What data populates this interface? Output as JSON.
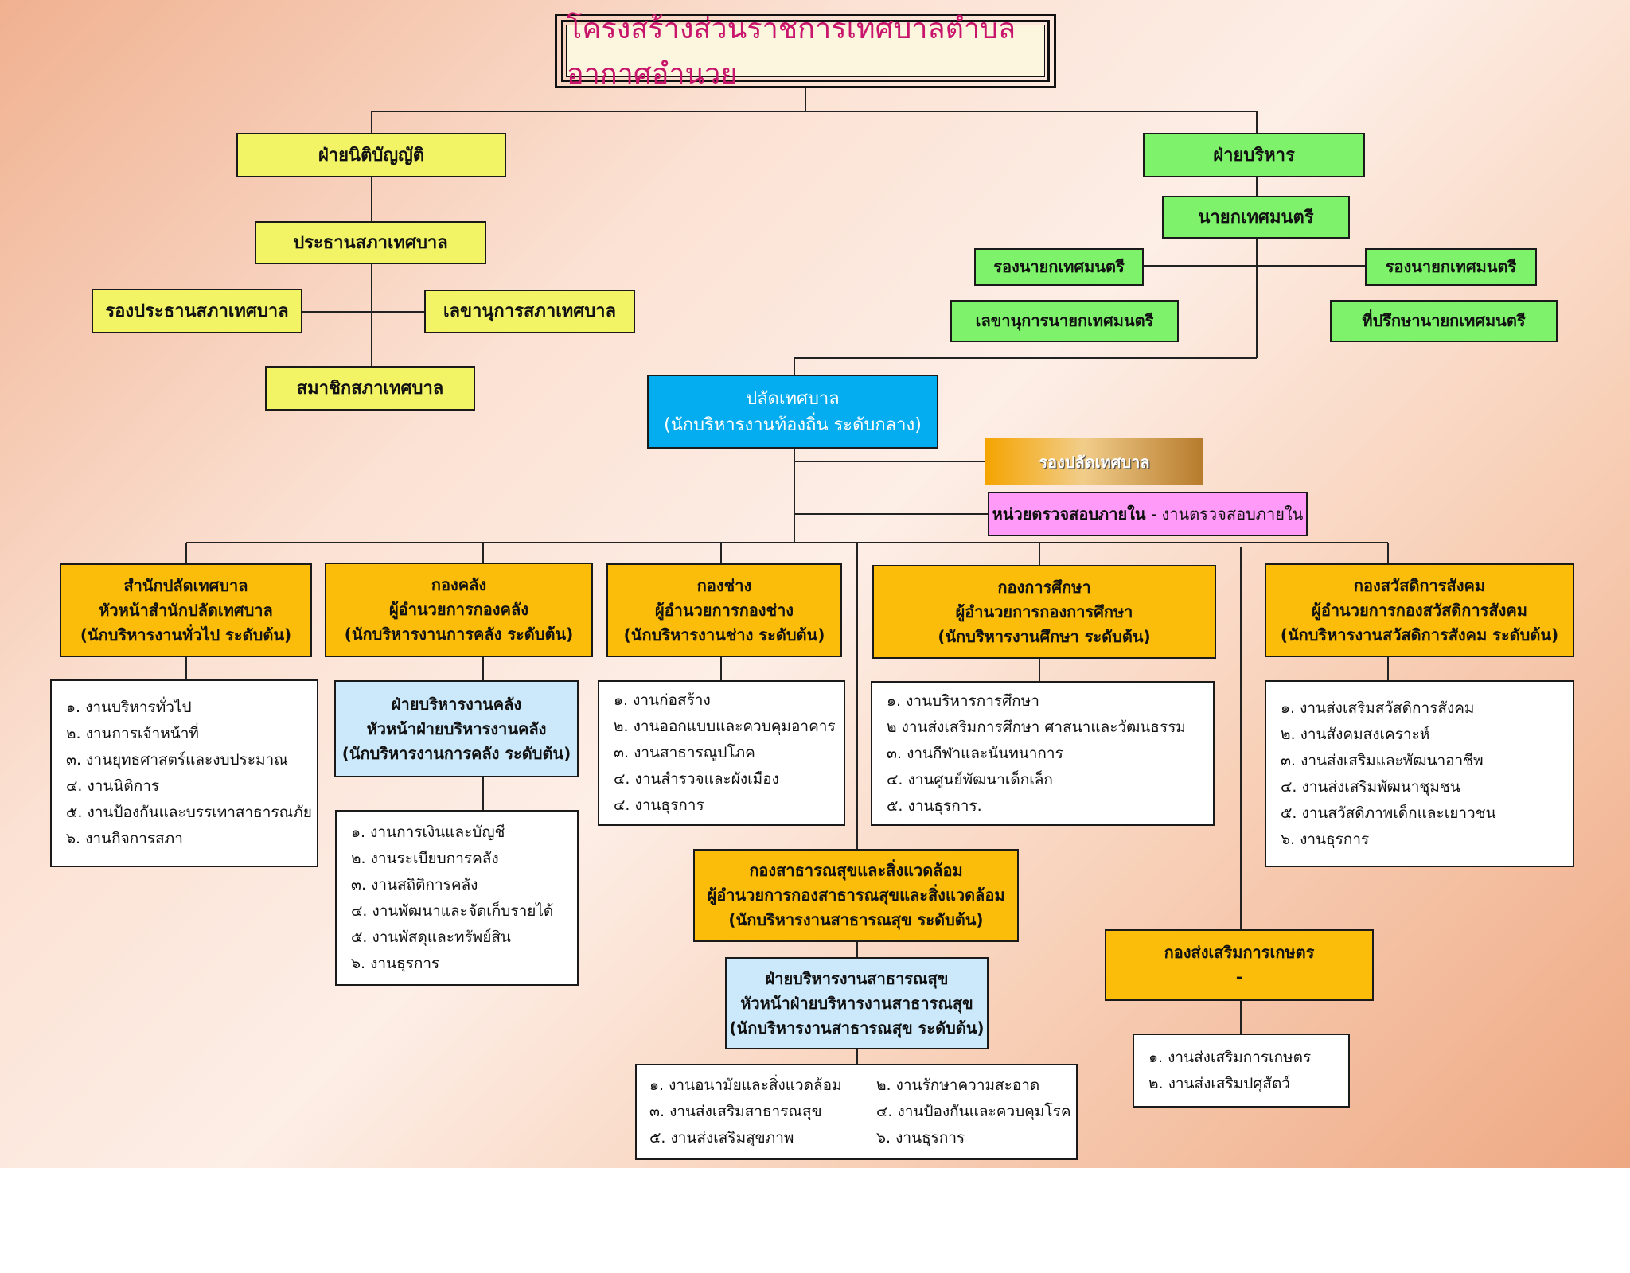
{
  "title": "โครงสร้างส่วนราชการเทศบาลตำบลอากาศอำนวย",
  "legislative": {
    "head": "ฝ่ายนิติบัญญัติ",
    "chair": "ประธานสภาเทศบาล",
    "vice_chair": "รองประธานสภาเทศบาล",
    "secretary": "เลขานุการสภาเทศบาล",
    "members": "สมาชิกสภาเทศบาล"
  },
  "executive": {
    "head": "ฝ่ายบริหาร",
    "mayor": "นายกเทศมนตรี",
    "deputy_left": "รองนายกเทศมนตรี",
    "deputy_right": "รองนายกเทศมนตรี",
    "secretary": "เลขานุการนายกเทศมนตรี",
    "advisor": "ที่ปรึกษานายกเทศมนตรี"
  },
  "clerk": {
    "line1": "ปลัดเทศบาล",
    "line2": "(นักบริหารงานท้องถิ่น ระดับกลาง)",
    "deputy": "รองปลัดเทศบาล",
    "audit_bold": "หน่วยตรวจสอบภายใน",
    "audit_rest": " - งานตรวจสอบภายใน"
  },
  "divisions": {
    "office": {
      "lines": [
        "สำนักปลัดเทศบาล",
        "หัวหน้าสำนักปลัดเทศบาล",
        "(นักบริหารงานทั่วไป ระดับต้น)"
      ],
      "items": [
        "๑. งานบริหารทั่วไป",
        "๒. งานการเจ้าหน้าที่",
        "๓. งานยุทธศาสตร์และงบประมาณ",
        "๔. งานนิติการ",
        "๕. งานป้องกันและบรรเทาสาธารณภัย",
        "๖. งานกิจการสภา"
      ]
    },
    "finance": {
      "lines": [
        "กองคลัง",
        "ผู้อำนวยการกองคลัง",
        "(นักบริหารงานการคลัง ระดับต้น)"
      ],
      "sub_lines": [
        "ฝ่ายบริหารงานคลัง",
        "หัวหน้าฝ่ายบริหารงานคลัง",
        "(นักบริหารงานการคลัง ระดับต้น)"
      ],
      "items": [
        "๑. งานการเงินและบัญชี",
        "๒. งานระเบียบการคลัง",
        "๓. งานสถิติการคลัง",
        "๔. งานพัฒนาและจัดเก็บรายได้",
        "๕. งานพัสดุและทรัพย์สิน",
        "๖. งานธุรการ"
      ]
    },
    "engineering": {
      "lines": [
        "กองช่าง",
        "ผู้อำนวยการกองช่าง",
        "(นักบริหารงานช่าง ระดับต้น)"
      ],
      "items": [
        "๑. งานก่อสร้าง",
        "๒. งานออกแบบและควบคุมอาคาร",
        "๓. งานสาธารณูปโภค",
        "๔. งานสำรวจและผังเมือง",
        "๔. งานธุรการ"
      ]
    },
    "education": {
      "lines": [
        "กองการศึกษา",
        "ผู้อำนวยการกองการศึกษา",
        "(นักบริหารงานศึกษา ระดับต้น)"
      ],
      "items": [
        "๑. งานบริหารการศึกษา",
        "๒ งานส่งเสริมการศึกษา ศาสนาและวัฒนธรรม",
        "๓. งานกีฬาและนันทนาการ",
        "๔. งานศูนย์พัฒนาเด็กเล็ก",
        "๕. งานธุรการ."
      ]
    },
    "welfare": {
      "lines": [
        "กองสวัสดิการสังคม",
        "ผู้อำนวยการกองสวัสดิการสังคม",
        "(นักบริหารงานสวัสดิการสังคม ระดับต้น)"
      ],
      "items": [
        "๑. งานส่งเสริมสวัสดิการสังคม",
        "๒. งานสังคมสงเคราะห์",
        "๓. งานส่งเสริมและพัฒนาอาชีพ",
        "๔. งานส่งเสริมพัฒนาชุมชน",
        "๕. งานสวัสดิภาพเด็กและเยาวชน",
        "๖. งานธุรการ"
      ]
    },
    "health": {
      "lines": [
        "กองสาธารณสุขและสิ่งแวดล้อม",
        "ผู้อำนวยการกองสาธารณสุขและสิ่งแวดล้อม",
        "(นักบริหารงานสาธารณสุข ระดับต้น)"
      ],
      "sub_lines": [
        "ฝ่ายบริหารงานสาธารณสุข",
        "หัวหน้าฝ่ายบริหารงานสาธารณสุข",
        "(นักบริหารงานสาธารณสุข ระดับต้น)"
      ],
      "items": [
        "๑. งานอนามัยและสิ่งแวดล้อม",
        "๒. งานรักษาความสะอาด",
        "๓. งานส่งเสริมสาธารณสุข",
        "๔. งานป้องกันและควบคุมโรค",
        "๕. งานส่งเสริมสุขภาพ",
        "๖. งานธุรการ"
      ]
    },
    "agriculture": {
      "lines": [
        "กองส่งเสริมการเกษตร",
        "-"
      ],
      "items": [
        "๑. งานส่งเสริมการเกษตร",
        "๒. งานส่งเสริมปศุสัตว์"
      ]
    }
  }
}
